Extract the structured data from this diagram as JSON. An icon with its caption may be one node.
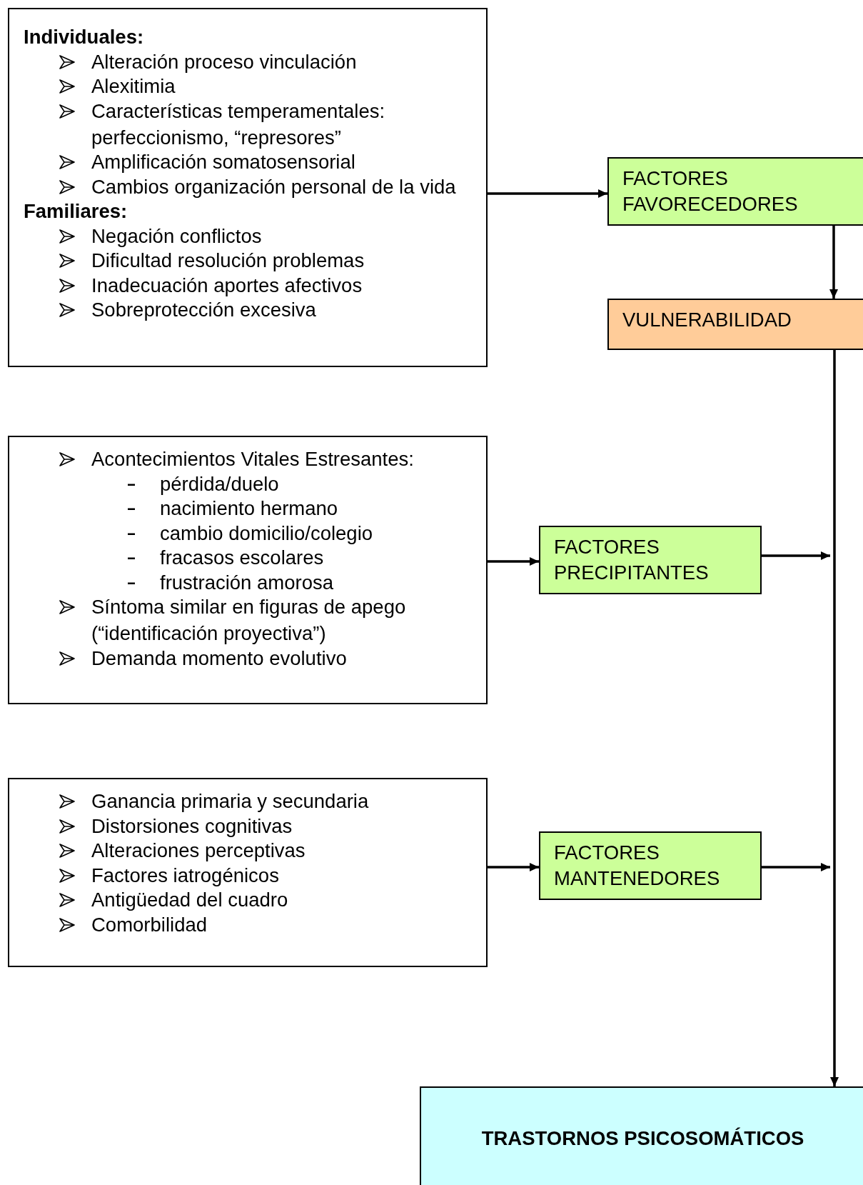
{
  "diagram": {
    "nodes": [
      {
        "text": [
          "Individuales:",
          "Alteración proceso vinculación",
          "Alexitimia",
          "Características temperamentales: perfeccionismo, “represores”",
          "Amplificación somatosensorial",
          "Cambios organización personal de la vida",
          "Familiares:",
          "Negación conflictos",
          "Dificultad resolución problemas",
          "Inadecuación aportes afectivos",
          "Sobreprotección excesiva"
        ]
      },
      {
        "text": [
          "FACTORES FAVORECEDORES"
        ]
      },
      {
        "text": [
          "VULNERABILIDAD"
        ]
      },
      {
        "text": [
          "Acontecimientos Vitales Estresantes:",
          "pérdida/duelo",
          "nacimiento hermano",
          "cambio domicilio/colegio",
          "fracasos escolares",
          "frustración amorosa",
          "Síntoma similar en figuras de apego (“identificación proyectiva”)",
          "Demanda momento evolutivo"
        ]
      },
      {
        "text": [
          "FACTORES PRECIPITANTES"
        ]
      },
      {
        "text": [
          "Ganancia primaria y secundaria",
          "Distorsiones cognitivas",
          "Alteraciones perceptivas",
          "Factores iatrogénicos",
          "Antigüedad del cuadro",
          "Comorbilidad"
        ]
      },
      {
        "text": [
          "FACTORES MANTENEDORES"
        ]
      },
      {
        "text": [
          "TRASTORNOS PSICOSOMÁTICOS"
        ]
      }
    ],
    "edges": [
      {
        "from": 0,
        "to": 1,
        "arrow": "to"
      },
      {
        "from": 1,
        "to": 2,
        "arrow": "to"
      },
      {
        "from": 2,
        "to": 7,
        "arrow": "to"
      },
      {
        "from": 3,
        "to": 4,
        "arrow": "to"
      },
      {
        "from": 4,
        "to": null,
        "arrow": "to"
      },
      {
        "from": 5,
        "to": 6,
        "arrow": "to"
      },
      {
        "from": 6,
        "to": null,
        "arrow": "to"
      }
    ]
  }
}
